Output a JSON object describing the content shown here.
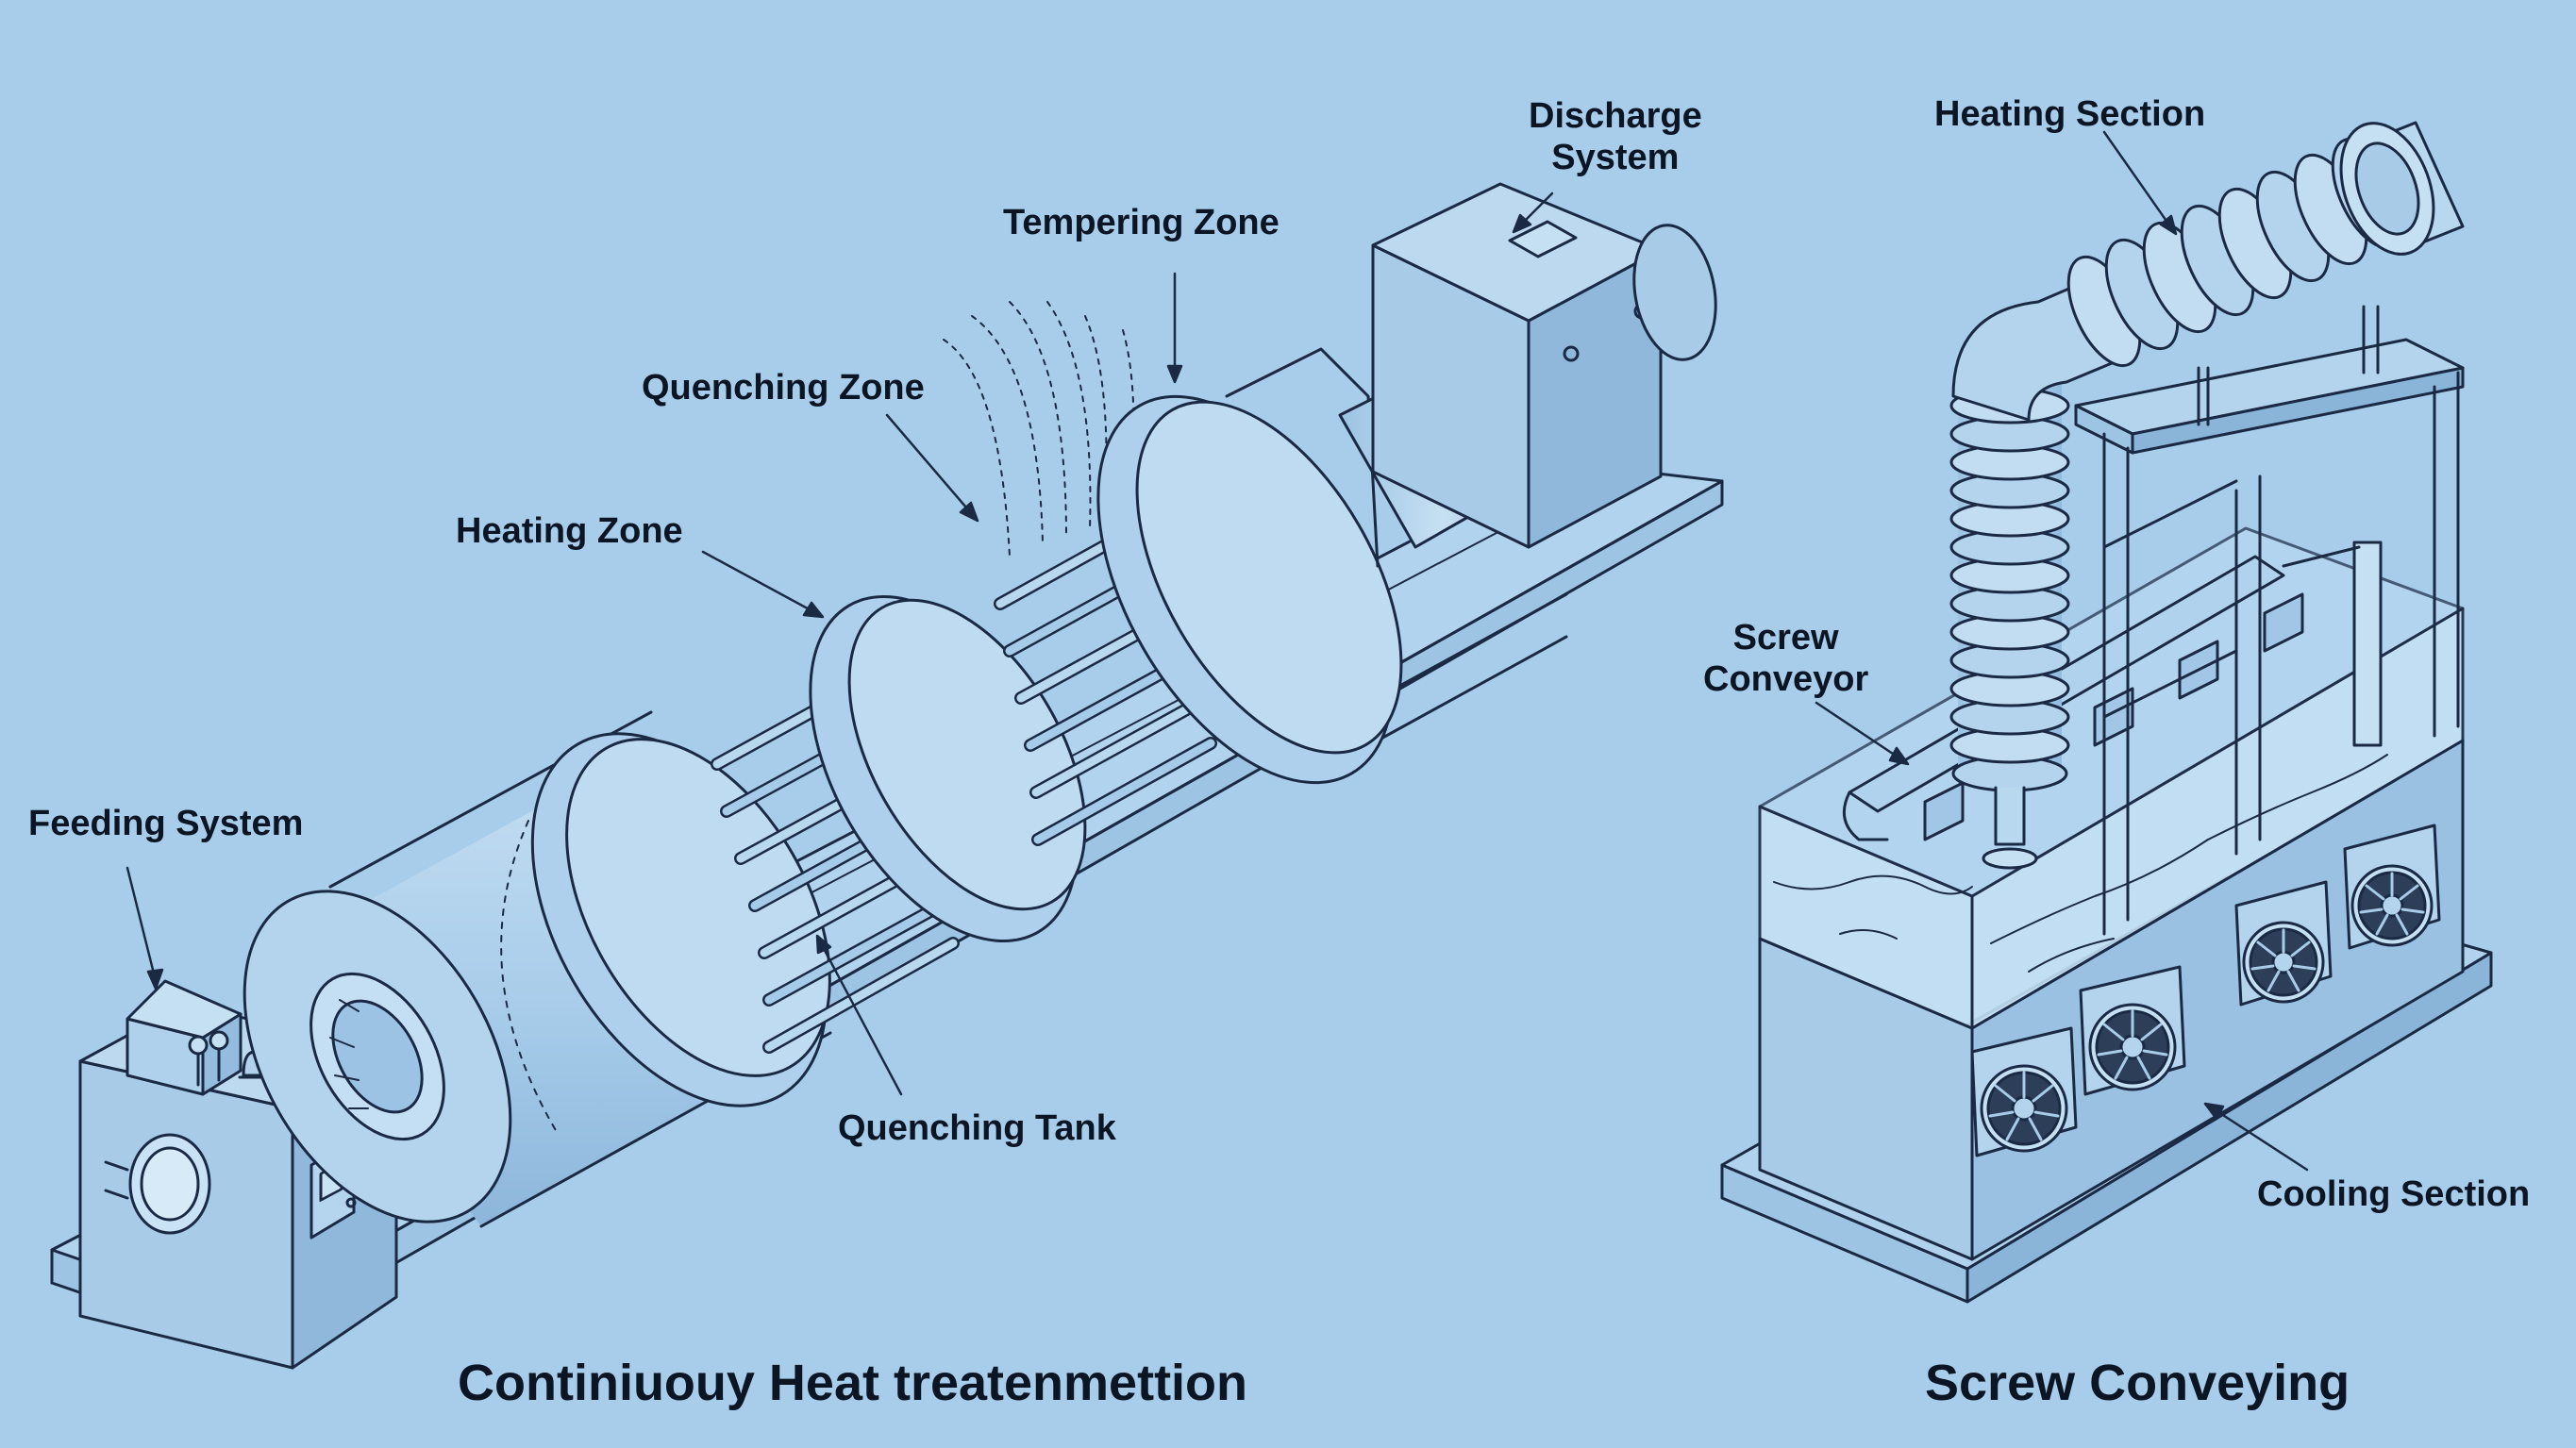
{
  "colors": {
    "background": "#a8cdea",
    "line": "#1b2a44",
    "metal_light": "#b7d6ef",
    "metal_mid": "#9ec4e4",
    "metal_dark": "#8ab5d9",
    "water": "#c4e0f4"
  },
  "labels": {
    "feeding_system": "Feeding System",
    "heating_zone": "Heating Zone",
    "quenching_zone": "Quenching Zone",
    "tempering_zone": "Tempering Zone",
    "discharge_system": "Discharge\nSystem",
    "quenching_tank": "Quenching Tank",
    "heating_section": "Heating Section",
    "screw_conveyor": "Screw\nConveyor",
    "cooling_section": "Cooling Section"
  },
  "titles": {
    "left": "Continiuouy Heat treatenmettion",
    "right": "Screw Conveying"
  },
  "icons": [
    "fan-icon",
    "control-panel-icon",
    "indicator-lamp-icon",
    "porthole-icon"
  ]
}
